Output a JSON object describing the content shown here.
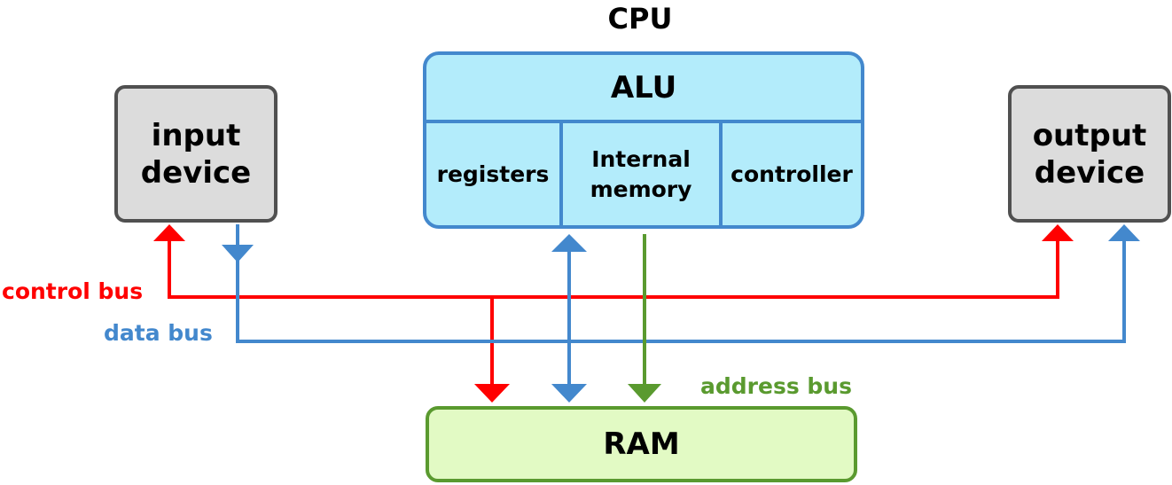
{
  "title": "CPU",
  "cpu": {
    "alu_label": "ALU",
    "sections": [
      {
        "label": "registers"
      },
      {
        "label": "Internal\nmemory"
      },
      {
        "label": "controller"
      }
    ]
  },
  "devices": {
    "input": "input\ndevice",
    "output": "output\ndevice"
  },
  "ram_label": "RAM",
  "buses": {
    "control": {
      "label": "control bus",
      "color": "#ff0000"
    },
    "data": {
      "label": "data bus",
      "color": "#4388cd"
    },
    "address": {
      "label": "address bus",
      "color": "#5a9a2f"
    }
  },
  "colors": {
    "cpu_fill": "#b3ecfb",
    "cpu_border": "#4388cd",
    "device_fill": "#dcdcdc",
    "device_border": "#505050",
    "ram_fill": "#e2fac4",
    "ram_border": "#5a9a2f"
  }
}
